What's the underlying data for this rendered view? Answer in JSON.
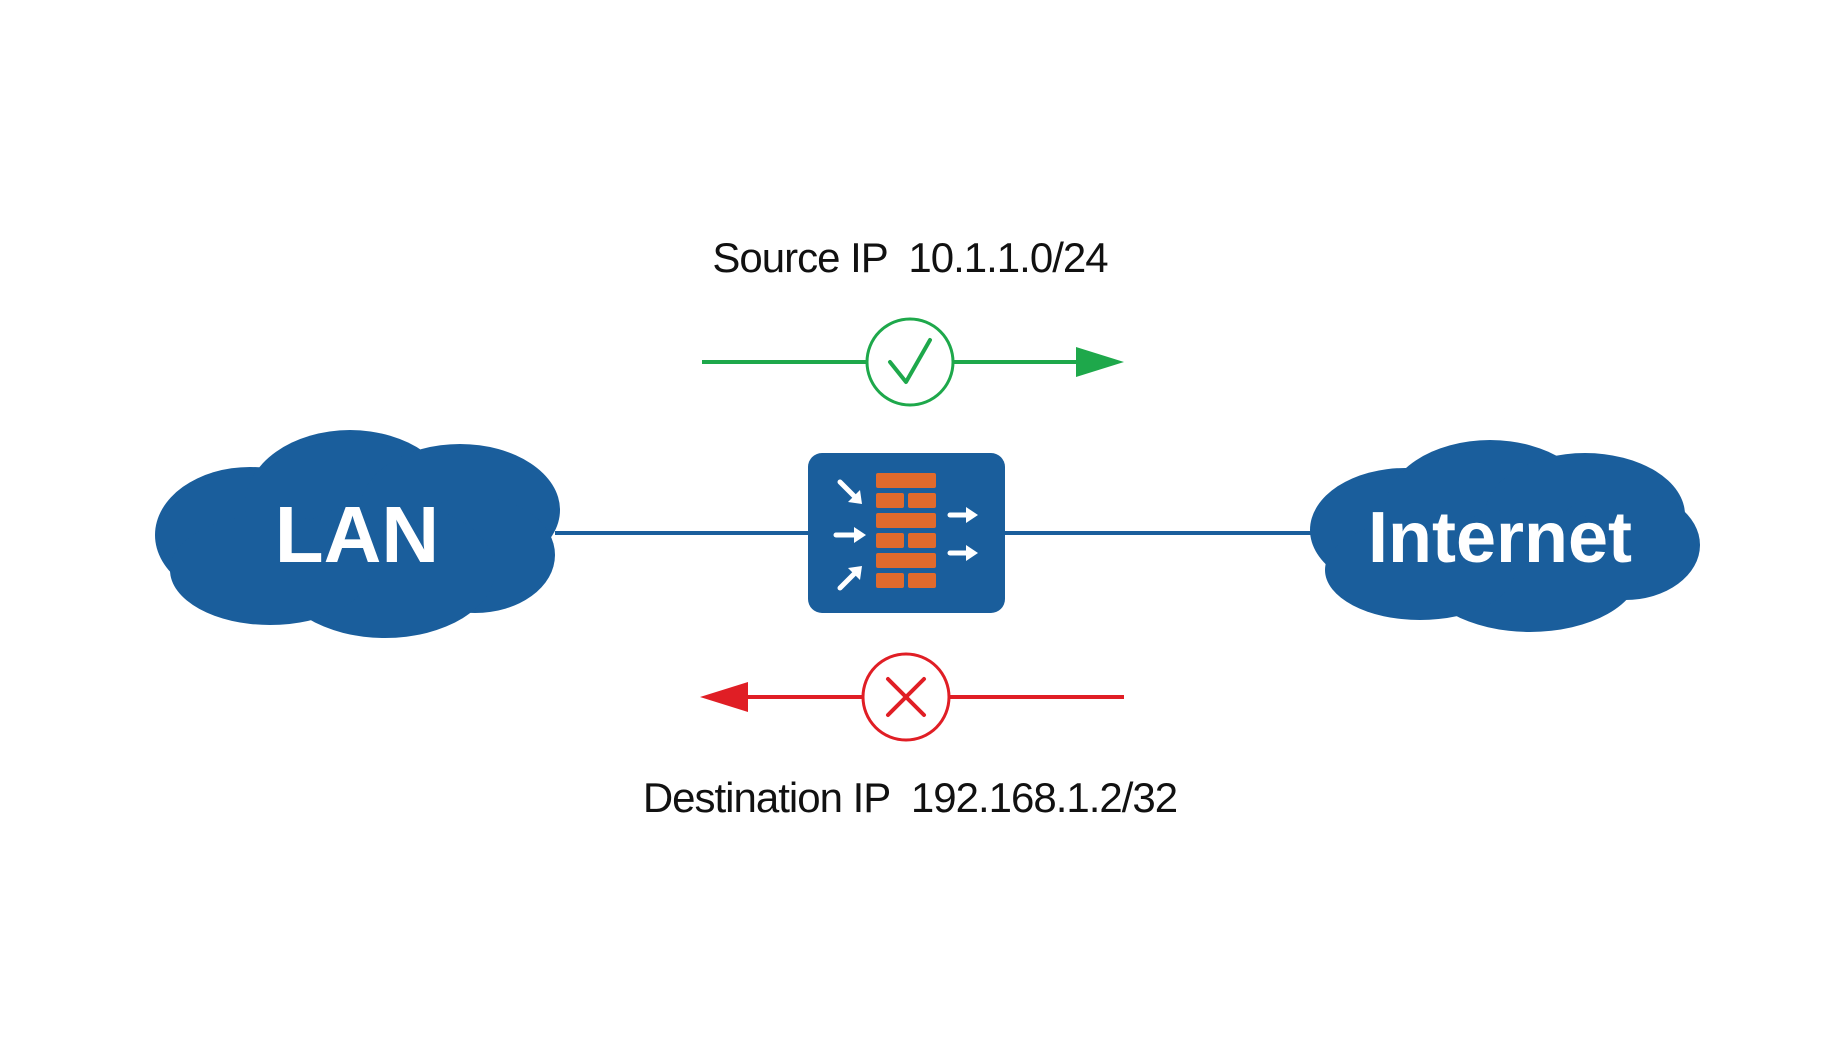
{
  "nodes": {
    "lan": {
      "label": "LAN"
    },
    "internet": {
      "label": "Internet"
    },
    "firewall": {
      "icon": "firewall-icon"
    }
  },
  "flows": {
    "outbound": {
      "label": "Source IP  10.1.1.0/24",
      "status_icon": "check-circle-icon",
      "direction": "LAN to Internet",
      "allowed": true
    },
    "inbound": {
      "label": "Destination IP  192.168.1.2/32",
      "status_icon": "x-circle-icon",
      "direction": "Internet to LAN",
      "allowed": false
    }
  },
  "colors": {
    "node_blue": "#1a5e9c",
    "brick_orange": "#e06a2c",
    "allow_green": "#1ea84b",
    "deny_red": "#e01e25",
    "link_line": "#1a5e9c"
  }
}
